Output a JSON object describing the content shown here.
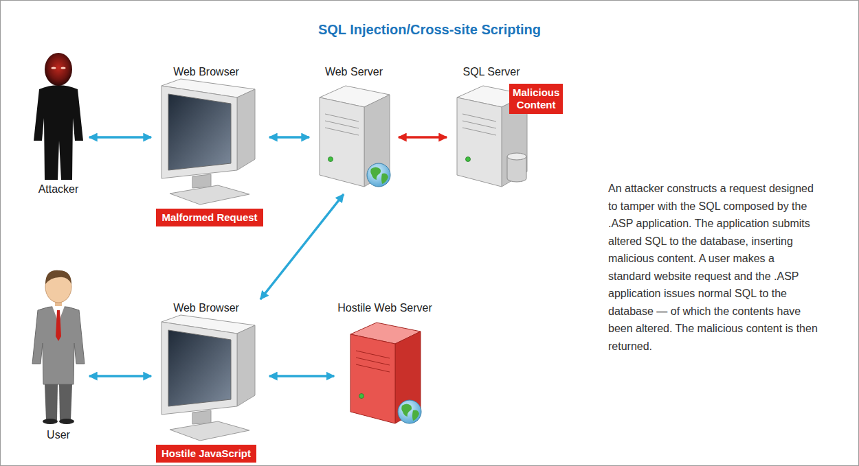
{
  "diagram": {
    "title": "SQL Injection/Cross-site Scripting",
    "nodes": [
      {
        "text": [
          "Attacker"
        ]
      },
      {
        "text": [
          "Web Browser",
          "Malformed Request"
        ]
      },
      {
        "text": [
          "Web Server"
        ]
      },
      {
        "text": [
          "SQL Server",
          "Malicious Content"
        ]
      },
      {
        "text": [
          "User"
        ]
      },
      {
        "text": [
          "Web Browser",
          "Hostile JavaScript"
        ]
      },
      {
        "text": [
          "Hostile Web Server"
        ]
      }
    ],
    "edges": [
      {
        "from": 0,
        "to": 1,
        "arrow": "both"
      },
      {
        "from": 1,
        "to": 2,
        "arrow": "both"
      },
      {
        "from": 2,
        "to": 3,
        "arrow": "both"
      },
      {
        "from": 2,
        "to": 5,
        "arrow": "both"
      },
      {
        "from": 4,
        "to": 5,
        "arrow": "both"
      },
      {
        "from": 5,
        "to": 6,
        "arrow": "both"
      }
    ],
    "labels": [
      "An attacker constructs a request designed to tamper with the SQL composed by the .ASP application. The application submits altered SQL to the database, inserting malicious content. A user makes a standard website request and the .ASP application issues normal SQL to the database — of which the contents have been altered. The malicious content is then returned."
    ]
  }
}
